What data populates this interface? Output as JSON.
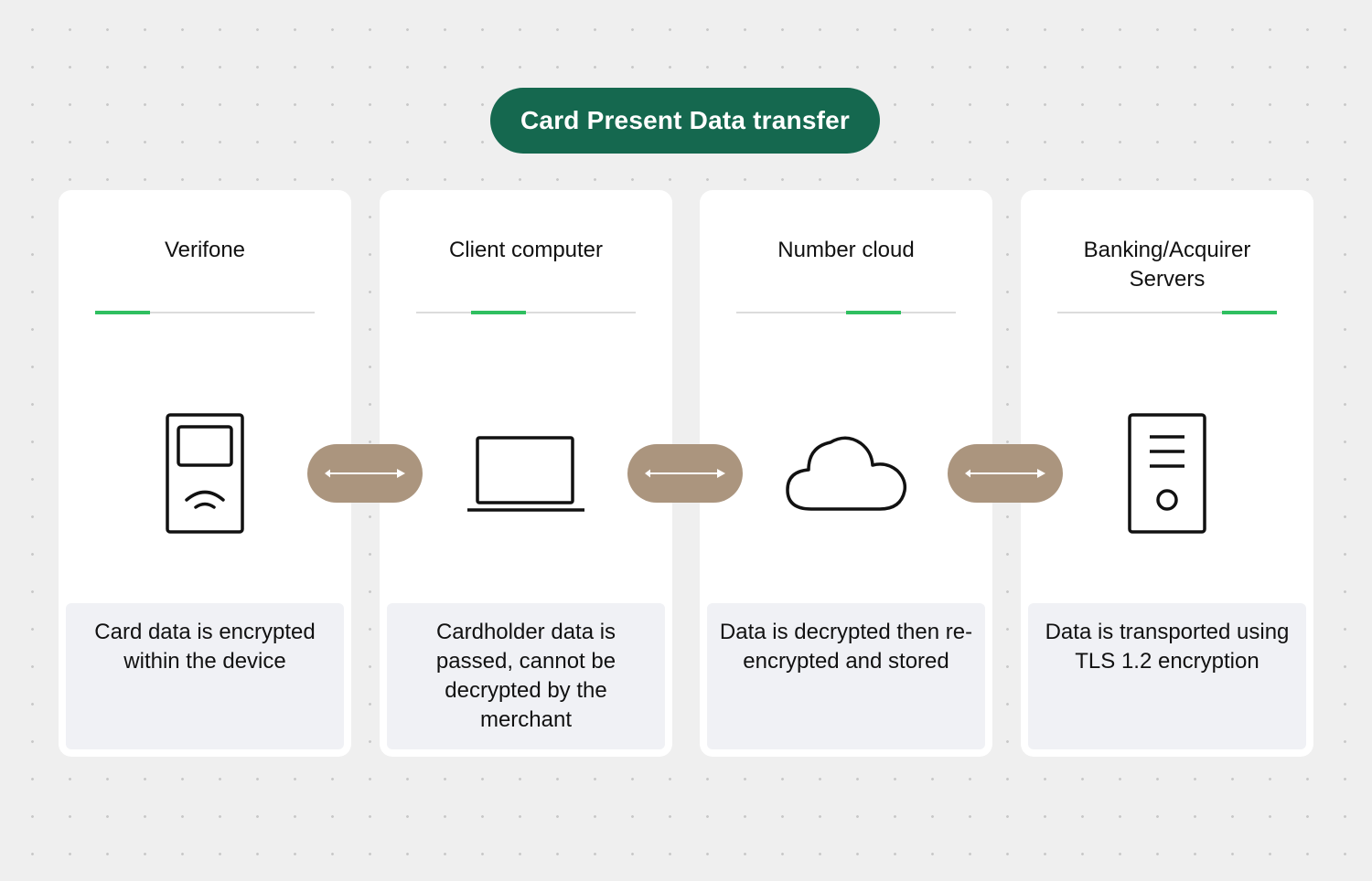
{
  "title": "Card Present Data transfer",
  "colors": {
    "title_pill": "#15684f",
    "connector": "#ab957e",
    "progress_fill": "#2fbf60",
    "progress_track": "#dcdcdc",
    "card": "#ffffff",
    "description_box": "#f0f1f5",
    "background": "#efefef"
  },
  "cards": [
    {
      "title": "Verifone",
      "icon": "payment-terminal-icon",
      "step": 1,
      "steps_total": 4,
      "description": "Card data is encrypted within the device"
    },
    {
      "title": "Client computer",
      "icon": "laptop-icon",
      "step": 2,
      "steps_total": 4,
      "description": "Cardholder data is passed, cannot be decrypted by the merchant"
    },
    {
      "title": "Number cloud",
      "icon": "cloud-icon",
      "step": 3,
      "steps_total": 4,
      "description": "Data is decrypted then re-encrypted and stored"
    },
    {
      "title": "Banking/Acquirer Servers",
      "icon": "server-icon",
      "step": 4,
      "steps_total": 4,
      "description": "Data is transported using TLS 1.2 encryption"
    }
  ],
  "connectors": [
    {
      "icon": "bidirectional-arrow-icon"
    },
    {
      "icon": "bidirectional-arrow-icon"
    },
    {
      "icon": "bidirectional-arrow-icon"
    }
  ]
}
